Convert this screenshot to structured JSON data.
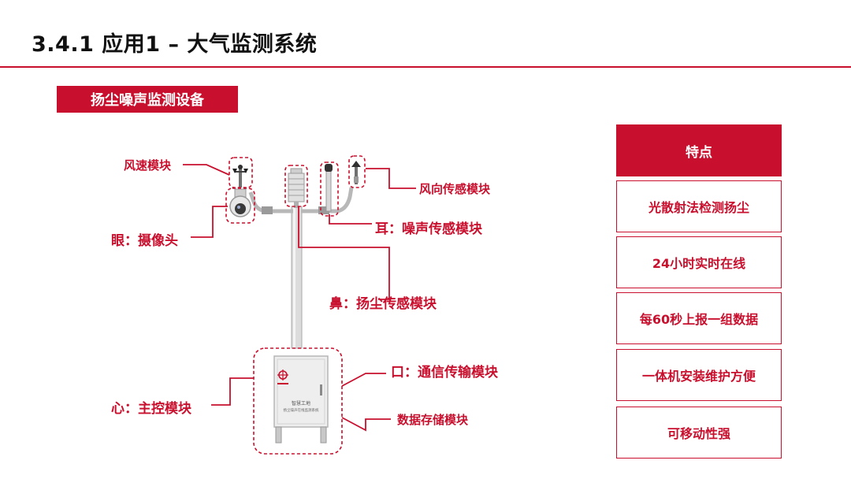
{
  "title": "3.4.1 应用1 –  大气监测系统",
  "section_tag": "扬尘噪声监测设备",
  "device": {
    "cabinet_name": "智慧工地",
    "cabinet_subtitle": "扬尘噪声在线监测系统"
  },
  "labels": {
    "wind_speed": "风速模块",
    "wind_direction": "风向传感模块",
    "camera": "眼：摄像头",
    "noise": "耳：噪声传感模块",
    "dust": "鼻：扬尘传感模块",
    "communication": "口：通信传输模块",
    "main_control": "心：主控模块",
    "storage": "数据存储模块"
  },
  "features": {
    "header": "特点",
    "items": [
      "光散射法检测扬尘",
      "24小时实时在线",
      "每60秒上报一组数据",
      "一体机安装维护方便",
      "可移动性强"
    ]
  },
  "colors": {
    "accent": "#c8102e",
    "pole": "#dcdcdc",
    "cabinet": "#eeeeee"
  }
}
